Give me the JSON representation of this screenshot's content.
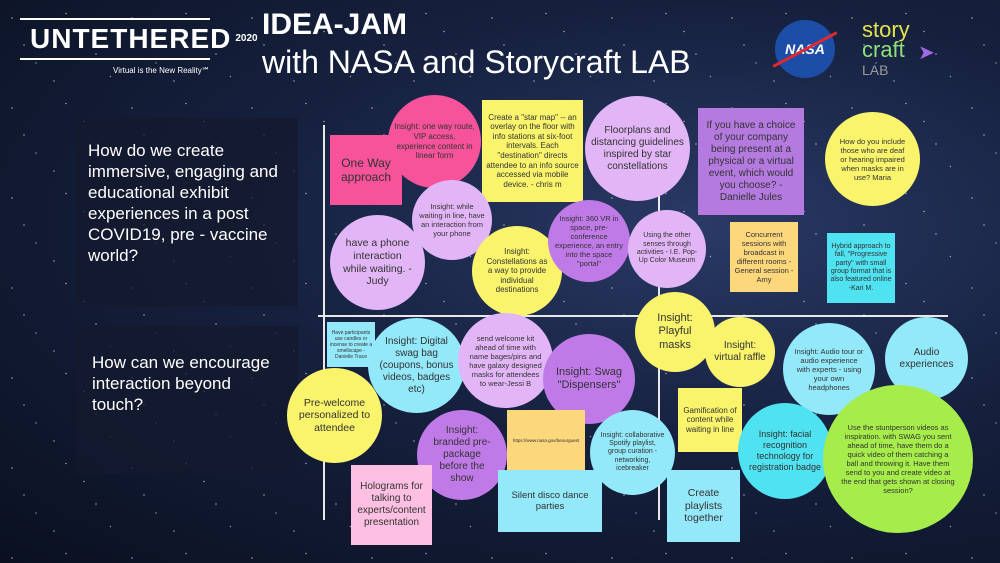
{
  "header": {
    "logo_text": "UNTETHERED",
    "logo_year": "2020",
    "tagline": "Virtual is the New Reality℠",
    "title": "IDEA-JAM",
    "subtitle": "with NASA and Storycraft LAB",
    "nasa_logo": "NASA",
    "storycraft_logo": [
      "story",
      "craft",
      "LAB"
    ]
  },
  "questions": [
    "How do we create immersive, engaging and educational exhibit experiences in a post COVID19, pre - vaccine world?",
    "How can we encourage interaction beyond touch?"
  ],
  "notes": [
    "One Way approach",
    "Insight: one way route, VIP access, experience content in linear form",
    "Create a \"star map\" -- an overlay on the floor with info stations at six-foot intervals. Each \"destination\" directs attendee to an info source accessed via mobile device. - chris m",
    "Floorplans and distancing guidelines inspired by star constellations",
    "Insight: while waiting in line, have an interaction from your phone",
    "have a phone interaction while waiting. - Judy",
    "Insight: Constellations as a way to provide individual destinations",
    "Insight: 360 VR in space, pre-conference experience, an entry into the space \"portal\"",
    "Using the other senses through activities - I.E. Pop-Up Color Museum",
    "If you have a choice of your company being present at a physical or a virtual event, which would you choose? -Danielle Jules",
    "How do you include those who are deaf or hearing impaired when masks are in use? Maria",
    "Concurrent sessions with broadcast in different rooms - General session - Amy",
    "Hybrid approach to fall, \"Progressive party\" with small group format that is also featured online -Kari M.",
    "Have participants use candles or incense to create a smellscape - Danielle Trace",
    "Insight: Digital swag bag (coupons, bonus videos, badges etc)",
    "send welcome kit ahead of time with name bages/pins and have galaxy designed masks for attendees to wear-Jessi B",
    "Insight: Swag \"Dispensers\"",
    "Pre-welcome personalized to attendee",
    "Insight: branded pre-package before the show",
    "https://www.nasa.gov/beourguest",
    "Holograms for talking to experts/content presentation",
    "Silent disco dance parties",
    "Insight: collaborative Spotify playlist, group curation - networking, icebreaker",
    "Insight: Playful masks",
    "Insight: virtual raffle",
    "Gamification of content while waiting in line",
    "Create playlists together",
    "Insight: Audio tour or audio experience with experts - using your own headphones",
    "Audio experiences",
    "Insight: facial recognition technology for registration badge",
    "Use the stuntperson videos as inspiration. with SWAG you sent ahead of time, have them do a quick video of them catching a ball and throwing it. Have them send to you and create video at the end that gets shown at closing session?"
  ]
}
